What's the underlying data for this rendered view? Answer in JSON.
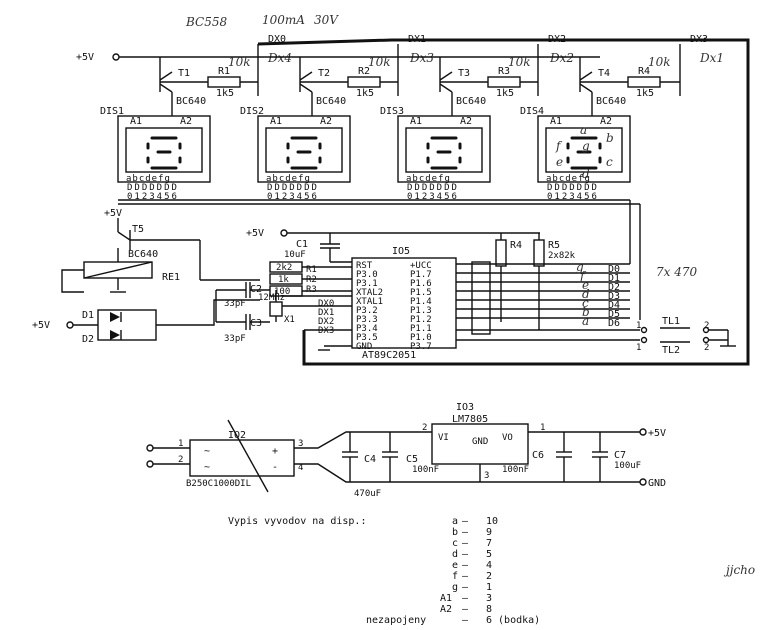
{
  "header_note": [
    "BC558",
    "100mA",
    "30V"
  ],
  "power": {
    "v5": "+5V",
    "gnd": "GND",
    "v5_out": "+5V"
  },
  "lines": {
    "dx0": "DX0",
    "dx1": "DX1",
    "dx2": "DX2",
    "dx3": "DX3"
  },
  "hand_dx": [
    "Dx4",
    "Dx3",
    "Dx2",
    "Dx1"
  ],
  "transistors": [
    {
      "id": "T1",
      "type": "BC640",
      "r": "R1",
      "rv": "1k5",
      "note": "10k"
    },
    {
      "id": "T2",
      "type": "BC640",
      "r": "R2",
      "rv": "1k5",
      "note": "10k"
    },
    {
      "id": "T3",
      "type": "BC640",
      "r": "R3",
      "rv": "1k5",
      "note": "10k"
    },
    {
      "id": "T4",
      "type": "BC640",
      "r": "R4",
      "rv": "1k5",
      "note": "10k"
    }
  ],
  "displays": [
    {
      "id": "DIS1",
      "a1": "A1",
      "a2": "A2",
      "segs": "abcdefg",
      "pins": "DDDDDDD",
      "nums": "0123456"
    },
    {
      "id": "DIS2",
      "a1": "A1",
      "a2": "A2",
      "segs": "abcdefg",
      "pins": "DDDDDDD",
      "nums": "0123456"
    },
    {
      "id": "DIS3",
      "a1": "A1",
      "a2": "A2",
      "segs": "abcdefg",
      "pins": "DDDDDDD",
      "nums": "0123456"
    },
    {
      "id": "DIS4",
      "a1": "A1",
      "a2": "A2",
      "segs": "abcdefg",
      "pins": "DDDDDDD",
      "nums": "0123456"
    }
  ],
  "dis4_seg_notes": [
    "a",
    "b",
    "f",
    "g",
    "e",
    "c",
    "d"
  ],
  "t5": {
    "id": "T5",
    "type": "BC640",
    "relay": "RE1",
    "vcc": "+5V"
  },
  "leds": {
    "d1": "D1",
    "d2": "D2",
    "vcc": "+5V"
  },
  "mcu": {
    "id": "IO5",
    "name": "AT89C2051",
    "left_pins": [
      "RST",
      "P3.0",
      "P3.1",
      "XTAL2",
      "XTAL1",
      "P3.2",
      "P3.3",
      "P3.4",
      "P3.5",
      "GND"
    ],
    "right_pins": [
      "+UCC",
      "P1.7",
      "P1.6",
      "P1.5",
      "P1.4",
      "P1.3",
      "P1.2",
      "P1.1",
      "P1.0",
      "P3.7"
    ]
  },
  "mcu_parts": {
    "c1": "C1",
    "c1v": "10uF",
    "vcc": "+5V",
    "r_a": "2k2",
    "r_b": "1k",
    "r_c": "100",
    "r2": "R2",
    "r3": "R3",
    "r1": "R1",
    "c2": "C2",
    "c3": "C3",
    "c2v": "33pF",
    "c3v": "33pF",
    "x1": "X1",
    "xv": "12MHz"
  },
  "pullups": {
    "r4": "R4",
    "r5": "R5",
    "val": "2x82k"
  },
  "data_lines": [
    "D0",
    "D1",
    "D2",
    "D3",
    "D4",
    "D5",
    "D6"
  ],
  "data_notes": [
    "g",
    "f",
    "e",
    "d",
    "c",
    "b",
    "a"
  ],
  "hand_7x470": "7x 470",
  "buttons": {
    "tl1": "TL1",
    "tl2": "TL2",
    "p1": "1",
    "p2": "2",
    "p1b": "1",
    "p2b": "2"
  },
  "psu": {
    "bridge": "IO2",
    "bridge_name": "B250C1000DIL",
    "reg": "IO3",
    "reg_name": "LM7805",
    "vi": "VI",
    "vo": "VO",
    "gnd": "GND",
    "pins": {
      "b1": "1",
      "b2": "2",
      "b3": "3",
      "b4": "4",
      "r1": "1",
      "r2": "2",
      "r3": "3"
    },
    "c4": "C4",
    "c4v": "470uF",
    "c5": "C5",
    "c5v": "100nF",
    "c6": "C6",
    "c6v": "100nF",
    "c7": "C7",
    "c7v": "100uF"
  },
  "pinout": {
    "title": "Vypis vyvodov na disp.:",
    "rows": [
      [
        "a",
        "10"
      ],
      [
        "b",
        "9"
      ],
      [
        "c",
        "7"
      ],
      [
        "d",
        "5"
      ],
      [
        "e",
        "4"
      ],
      [
        "f",
        "2"
      ],
      [
        "g",
        "1"
      ],
      [
        "A1",
        "3"
      ],
      [
        "A2",
        "8"
      ],
      [
        "nezapojeny",
        "6 (bodka)"
      ]
    ]
  },
  "signature": "jjcho"
}
